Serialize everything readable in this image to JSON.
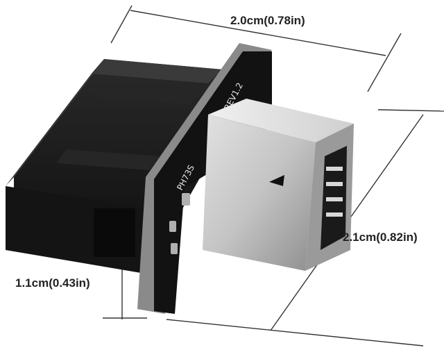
{
  "dimensions": {
    "width_label": "2.0cm(0.78in)",
    "depth_label": "2.1cm(0.82in)",
    "height_label": "1.1cm(0.43in)"
  },
  "pcb_markings": {
    "model": "PH73S",
    "revision": "REV1.2"
  },
  "colors": {
    "body": "#1a1a1a",
    "pcb": "#111111",
    "pcb_edge": "#8a8a8a",
    "shell": "#c8c8c8",
    "dimension_lines": "#333333"
  }
}
